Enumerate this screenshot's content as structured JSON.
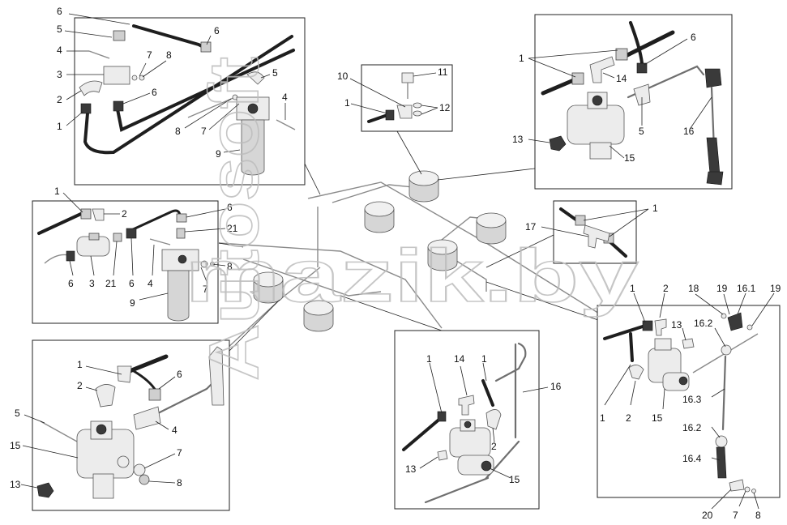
{
  "watermark": {
    "line1": "mazik.by",
    "line2": "Autosoft"
  },
  "callouts": {
    "tl": [
      "6",
      "6",
      "5",
      "4",
      "3",
      "2",
      "1",
      "7",
      "8",
      "6",
      "5",
      "4",
      "8",
      "7",
      "9"
    ],
    "ml": [
      "1",
      "2",
      "6",
      "21",
      "6",
      "3",
      "21",
      "6",
      "4",
      "8",
      "7",
      "9"
    ],
    "bl": [
      "1",
      "2",
      "6",
      "5",
      "4",
      "15",
      "7",
      "13",
      "8"
    ],
    "tc": [
      "10",
      "11",
      "1",
      "12"
    ],
    "tr": [
      "1",
      "6",
      "14",
      "5",
      "16",
      "13",
      "15"
    ],
    "mr": [
      "1",
      "17"
    ],
    "bc": [
      "1",
      "14",
      "1",
      "16",
      "2",
      "13",
      "15"
    ],
    "br": [
      "1",
      "2",
      "13",
      "18",
      "19",
      "16.1",
      "19",
      "16.2",
      "16.3",
      "1",
      "2",
      "15",
      "16.2",
      "16.4",
      "20",
      "7",
      "8"
    ]
  }
}
